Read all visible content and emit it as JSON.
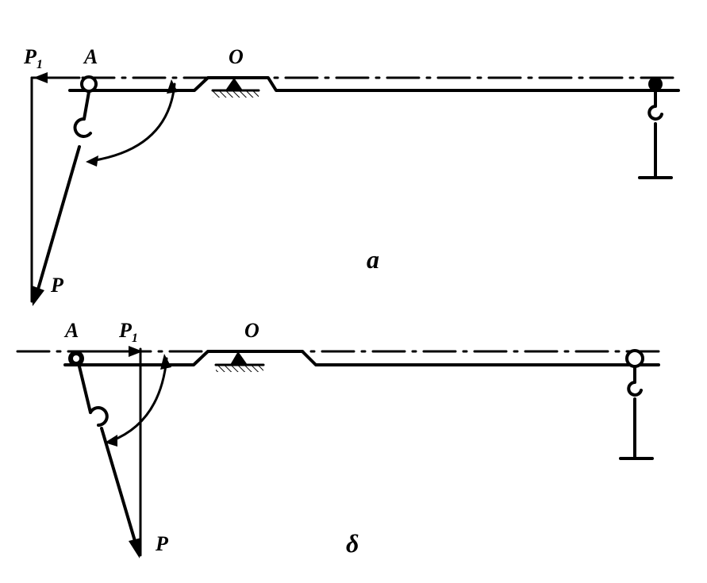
{
  "diagram_a": {
    "label_P1": "P",
    "label_P1_sub": "1",
    "label_A": "A",
    "label_O": "O",
    "label_P": "P",
    "caption": "a"
  },
  "diagram_b": {
    "label_A": "A",
    "label_P1": "P",
    "label_P1_sub": "1",
    "label_O": "O",
    "label_P": "P",
    "caption": "δ"
  }
}
